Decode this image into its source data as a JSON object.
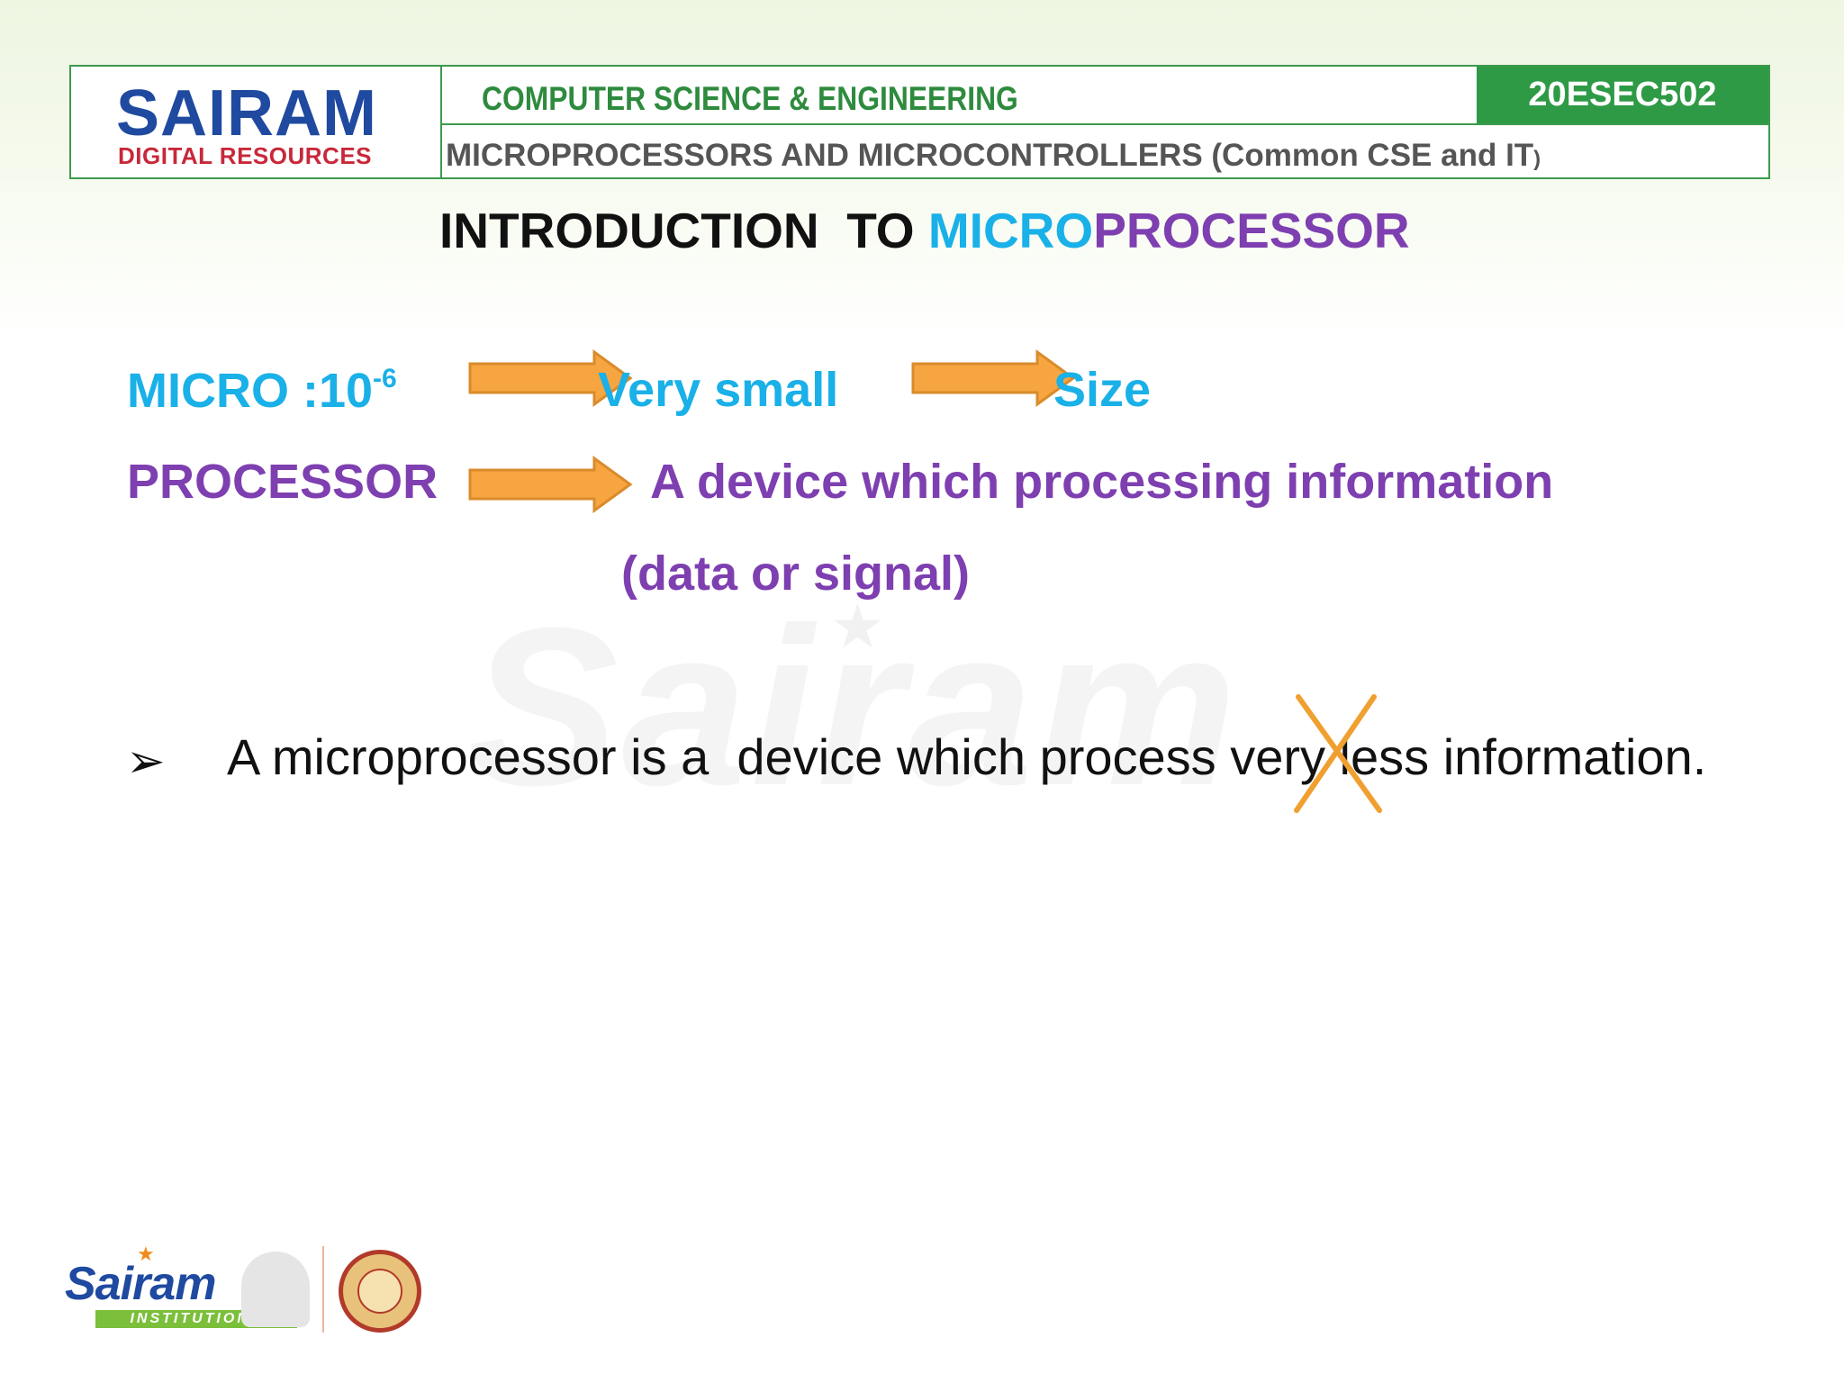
{
  "header": {
    "logo_main": "SAIRAM",
    "logo_sub": "DIGITAL RESOURCES",
    "department": "COMPUTER SCIENCE & ENGINEERING",
    "course_code": "20ESEC502",
    "course_title": "MICROPROCESSORS AND MICROCONTROLLERS (Common CSE and IT",
    "course_title_close": ")"
  },
  "title": {
    "prefix": "INTRODUCTION  TO ",
    "micro": "MICRO",
    "processor": "PROCESSOR"
  },
  "definitions": {
    "micro_label": "MICRO :10",
    "micro_exponent": "-6",
    "very_small": "Very small",
    "size": "Size",
    "processor_label": "PROCESSOR",
    "processor_meaning": "A device which processing information",
    "processor_meaning_2": "(data or signal)"
  },
  "bullet": {
    "text": "A microprocessor is a  device which process very less information."
  },
  "watermark": "Sairam",
  "footer": {
    "brand": "Sairam",
    "tagline": "INSTITUTIONS"
  },
  "colors": {
    "green": "#2e9a45",
    "blue": "#1ab0e8",
    "purple": "#7e3fb0",
    "arrow": "#f7a541",
    "cross": "#f0a030"
  }
}
